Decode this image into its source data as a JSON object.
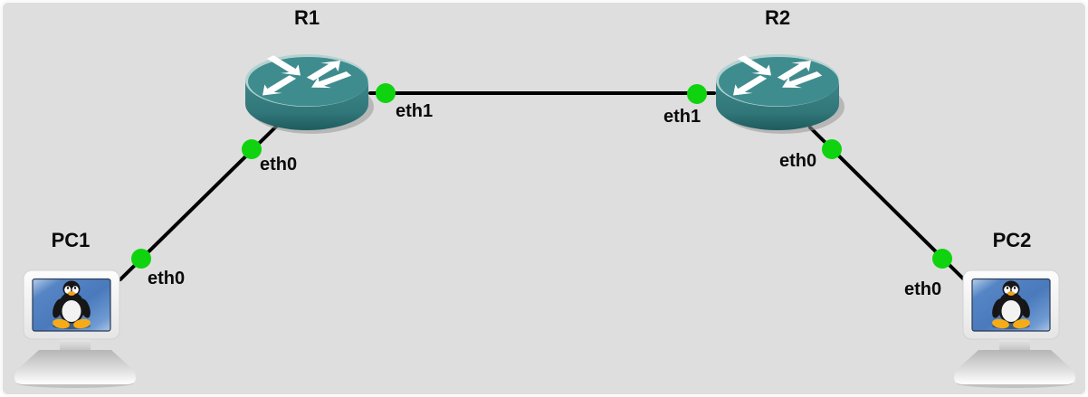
{
  "canvas": {
    "background_color": "#dedede",
    "border_color": "#fafafa"
  },
  "colors": {
    "link_line": "#000000",
    "port_status_up": "#0fd30f",
    "router_body_teal": "#3f8c8e",
    "pc_screen_blue": "#4a7abc"
  },
  "nodes": [
    {
      "label": "R1",
      "type": "router"
    },
    {
      "label": "R2",
      "type": "router"
    },
    {
      "label": "PC1",
      "type": "linux-pc"
    },
    {
      "label": "PC2",
      "type": "linux-pc"
    }
  ],
  "links": [
    {
      "a": "PC1",
      "a_port": "eth0",
      "b": "R1",
      "b_port": "eth0",
      "status": "up"
    },
    {
      "a": "R1",
      "a_port": "eth1",
      "b": "R2",
      "b_port": "eth1",
      "status": "up"
    },
    {
      "a": "R2",
      "a_port": "eth0",
      "b": "PC2",
      "b_port": "eth0",
      "status": "up"
    }
  ]
}
